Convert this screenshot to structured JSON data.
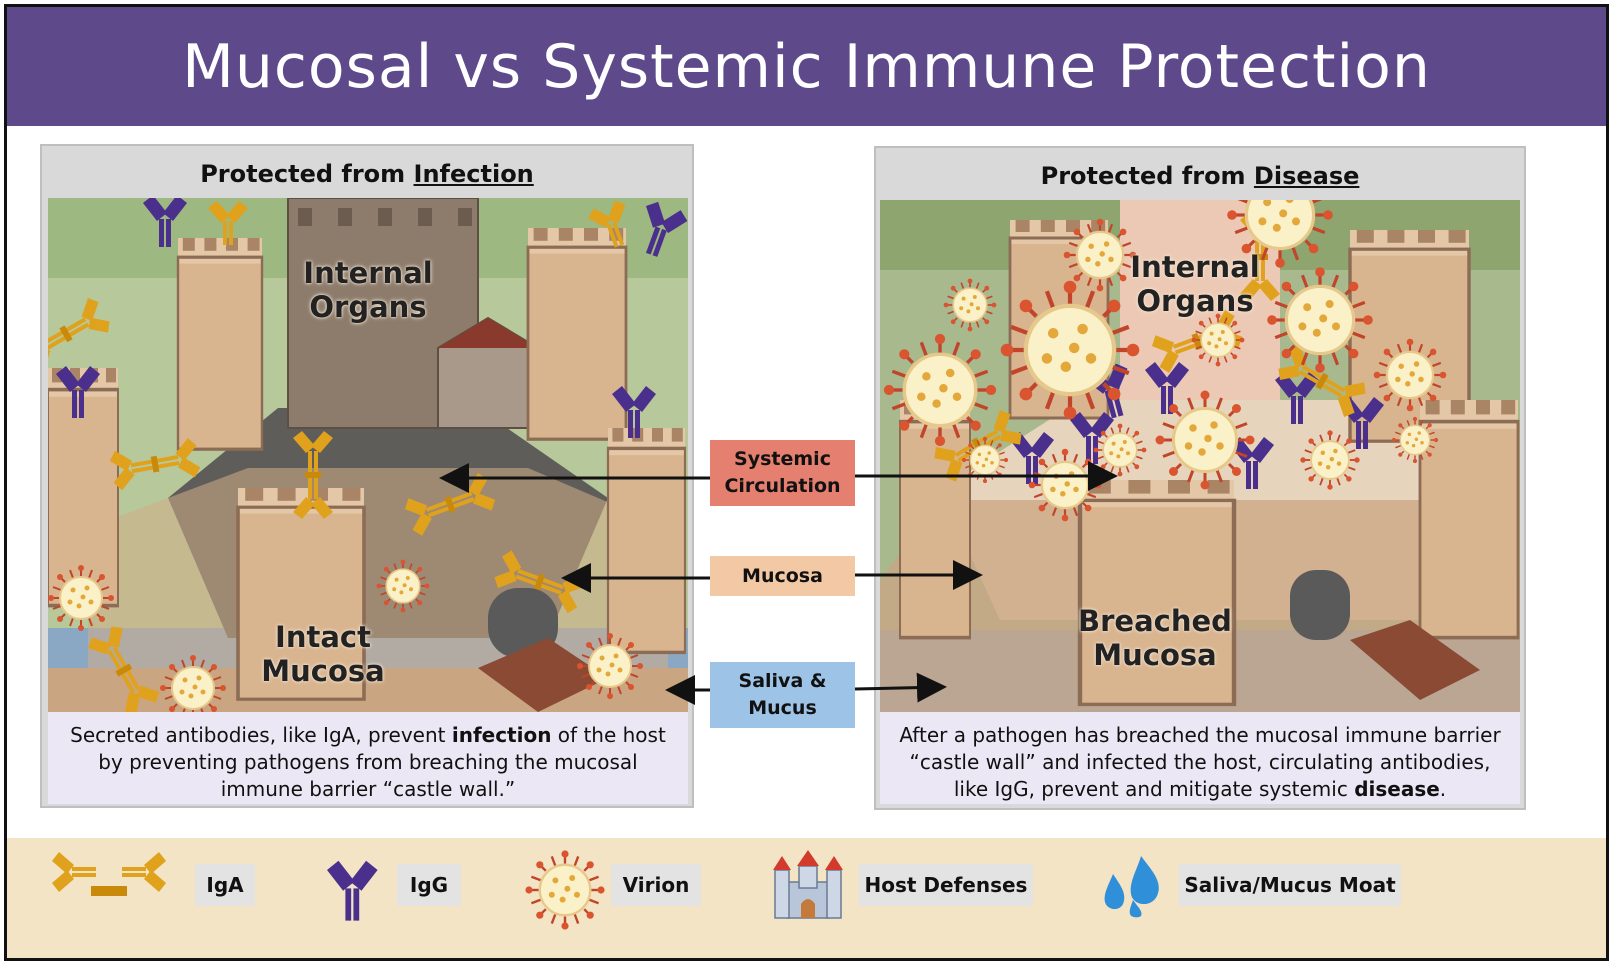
{
  "title": "Mucosal vs Systemic Immune Protection",
  "left_panel": {
    "title_prefix": "Protected from",
    "title_emph": "Infection",
    "label_organs_1": "Internal",
    "label_organs_2": "Organs",
    "label_mucosa_1": "Intact",
    "label_mucosa_2": "Mucosa",
    "caption_1": "Secreted antibodies, like IgA, prevent ",
    "caption_bold": "infection",
    "caption_2": " of the host by preventing pathogens from breaching the mucosal immune barrier “castle wall.”"
  },
  "right_panel": {
    "title_prefix": "Protected from",
    "title_emph": "Disease",
    "label_organs_1": "Internal",
    "label_organs_2": "Organs",
    "label_mucosa_1": "Breached",
    "label_mucosa_2": "Mucosa",
    "caption_1": "After a pathogen has breached the mucosal immune barrier “castle wall” and infected the host, circulating antibodies, like IgG, prevent and mitigate systemic ",
    "caption_bold": "disease",
    "caption_2": "."
  },
  "middle_boxes": {
    "systemic_1": "Systemic",
    "systemic_2": "Circulation",
    "mucosa": "Mucosa",
    "saliva_1": "Saliva &",
    "saliva_2": "Mucus"
  },
  "colors": {
    "header": "#5e4a8b",
    "systemic_box": "#e57f6f",
    "mucosa_box": "#f3c8a4",
    "saliva_box": "#9dc3e6",
    "iga": "#e0a21c",
    "igg": "#4a2f8c",
    "virion": "#f6e6a8",
    "legend_bg": "#f2e4c4"
  },
  "legend": {
    "items": [
      {
        "icon": "iga-antibody-icon",
        "label": "IgA"
      },
      {
        "icon": "igg-antibody-icon",
        "label": "IgG"
      },
      {
        "icon": "virion-icon",
        "label": "Virion"
      },
      {
        "icon": "castle-icon",
        "label": "Host Defenses"
      },
      {
        "icon": "water-drops-icon",
        "label": "Saliva/Mucus Moat"
      }
    ]
  }
}
